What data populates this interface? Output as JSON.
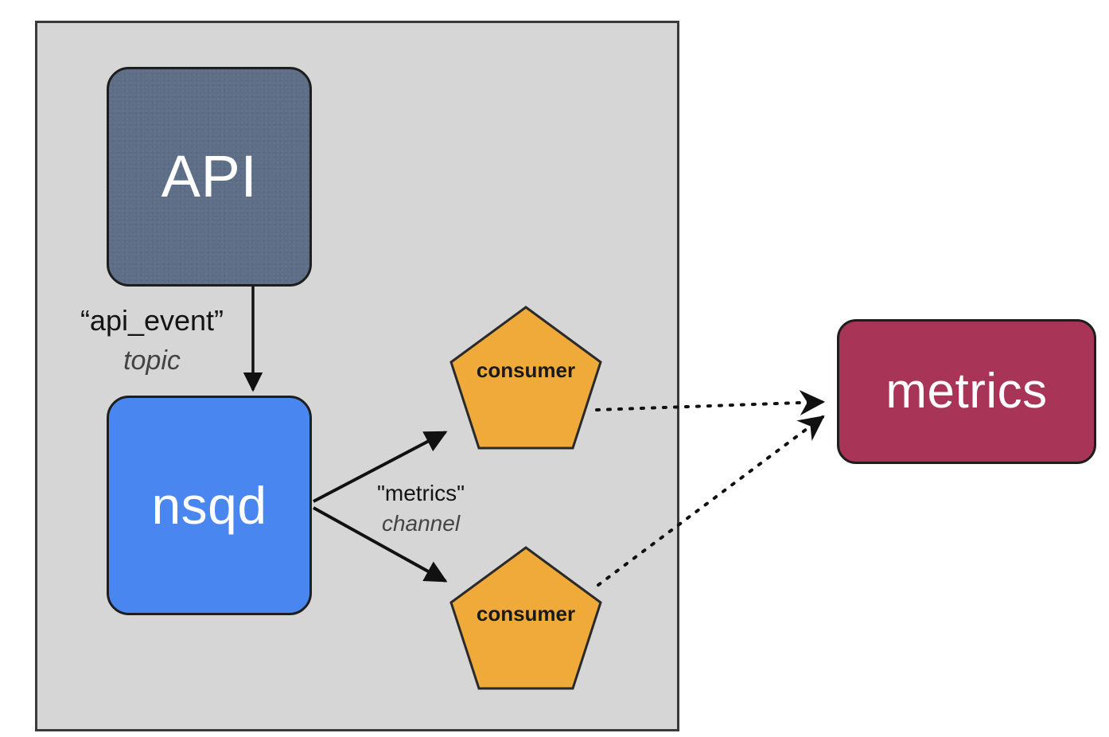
{
  "nodes": {
    "api": {
      "label": "API",
      "color": "#5d6e86"
    },
    "nsqd": {
      "label": "nsqd",
      "color": "#4a86f0"
    },
    "metrics": {
      "label": "metrics",
      "color": "#a83458"
    },
    "consumers": [
      {
        "label": "consumer",
        "color": "#f0aa3a"
      },
      {
        "label": "consumer",
        "color": "#f0aa3a"
      }
    ]
  },
  "topic": {
    "name": "“api_event”",
    "kind": "topic"
  },
  "channel": {
    "name": "\"metrics\"",
    "kind": "channel"
  },
  "container": {
    "color": "#d6d6d6"
  }
}
